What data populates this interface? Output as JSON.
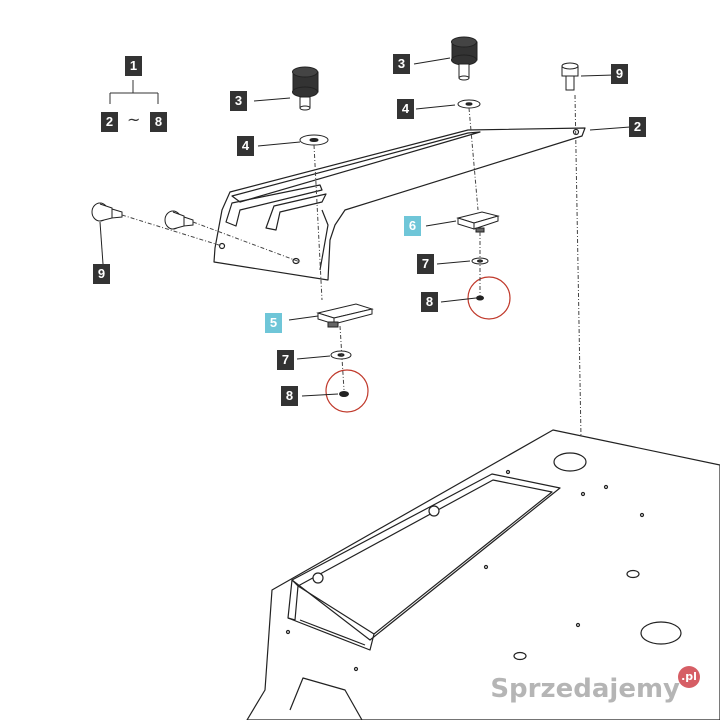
{
  "legend": {
    "group": "1",
    "from": "2",
    "sep": "~",
    "to": "8"
  },
  "callouts": {
    "c3a": "3",
    "c3b": "3",
    "c4a": "4",
    "c4b": "4",
    "c9top": "9",
    "c2main": "2",
    "c6": "6",
    "c5": "5",
    "c7a": "7",
    "c7b": "7",
    "c8a": "8",
    "c8b": "8",
    "c9left": "9"
  },
  "colors": {
    "label_dark": "#333333",
    "label_highlight": "#6fc6d8",
    "circle": "#c0392b",
    "line": "#222222"
  },
  "watermark": {
    "text": "Sprzedajemy",
    "badge": ".pl"
  }
}
